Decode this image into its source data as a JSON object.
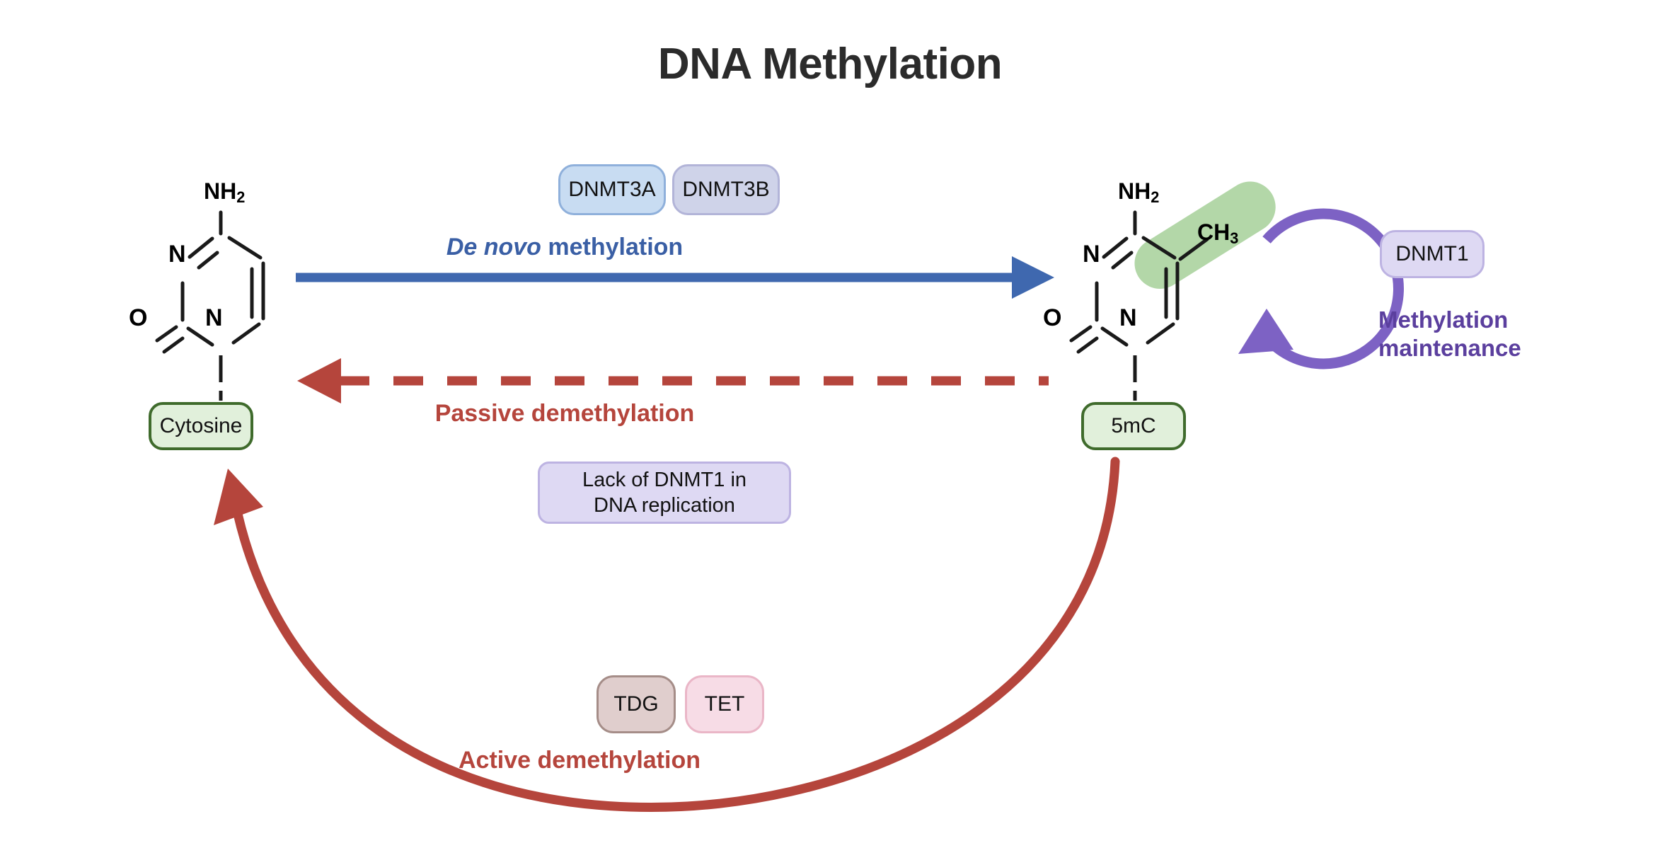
{
  "title": "DNA Methylation",
  "enzymes": {
    "dnmt3a": "DNMT3A",
    "dnmt3b": "DNMT3B",
    "dnmt1": "DNMT1",
    "tdg": "TDG",
    "tet": "TET"
  },
  "pathways": {
    "de_novo_italic": "De novo",
    "de_novo_rest": " methylation",
    "passive": "Passive demethylation",
    "active": "Active demethylation",
    "maintenance_line1": "Methylation",
    "maintenance_line2": "maintenance"
  },
  "notes": {
    "lack_line1": "Lack of DNMT1 in",
    "lack_line2": "DNA replication"
  },
  "molecules": {
    "cytosine_label": "Cytosine",
    "methylcytosine_label": "5mC",
    "cytosine_atoms": {
      "amine": "NH",
      "amine_sub": "2",
      "ring_n3": "N",
      "carbonyl_o": "O",
      "ring_n1": "N"
    },
    "methylcytosine_atoms": {
      "amine": "NH",
      "amine_sub": "2",
      "ring_n3": "N",
      "carbonyl_o": "O",
      "ring_n1": "N",
      "methyl": "CH",
      "methyl_sub": "3"
    }
  },
  "colors": {
    "title": "#2b2b2b",
    "de_novo_arrow": "#3f68af",
    "demethylation_arrow": "#b5453c",
    "maintenance_arrow": "#7d62c4",
    "methyl_highlight": "#b3d7a8",
    "molecule_box_border": "#3f6b2c",
    "molecule_box_fill": "#e1f0db",
    "dnmt3a_fill": "#c8dcf2",
    "dnmt3b_fill": "#cfd3e9",
    "dnmt1_fill": "#ded9f3",
    "tdg_fill": "#e0cecd",
    "tet_fill": "#f7dce6"
  }
}
